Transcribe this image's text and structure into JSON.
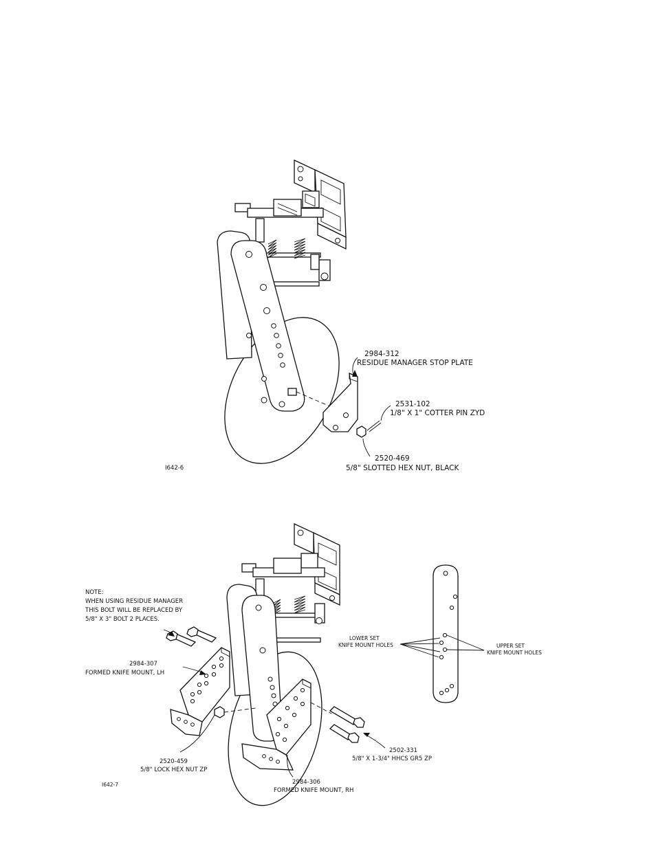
{
  "figure_top": {
    "id": "I642-6",
    "callouts": {
      "stop_plate": {
        "part": "2984-312",
        "desc": "RESIDUE MANAGER STOP PLATE"
      },
      "cotter_pin": {
        "part": "2531-102",
        "desc": "1/8\" X 1\" COTTER PIN ZYD"
      },
      "slotted_nut": {
        "part": "2520-469",
        "desc": "5/8\" SLOTTED HEX NUT, BLACK"
      }
    }
  },
  "figure_bottom": {
    "id": "I642-7",
    "note": [
      "NOTE:",
      "WHEN USING RESIDUE MANAGER",
      "THIS BOLT WILL BE REPLACED BY",
      "5/8\" X 3\" BOLT 2 PLACES."
    ],
    "callouts": {
      "knife_mount_lh": {
        "part": "2984-307",
        "desc": "FORMED KNIFE MOUNT, LH"
      },
      "lock_nut": {
        "part": "2520-459",
        "desc": "5/8\" LOCK HEX NUT ZP"
      },
      "knife_mount_rh": {
        "part": "2984-306",
        "desc": "FORMED KNIFE MOUNT, RH"
      },
      "hhcs_bolt": {
        "part": "2502-331",
        "desc": "5/8\" X 1-3/4\" HHCS GR5 ZP"
      }
    },
    "mount_holes": {
      "lower_title": "LOWER SET",
      "lower_sub": "KNIFE MOUNT HOLES",
      "upper_title": "UPPER SET",
      "upper_sub": "KNIFE MOUNT HOLES"
    }
  }
}
